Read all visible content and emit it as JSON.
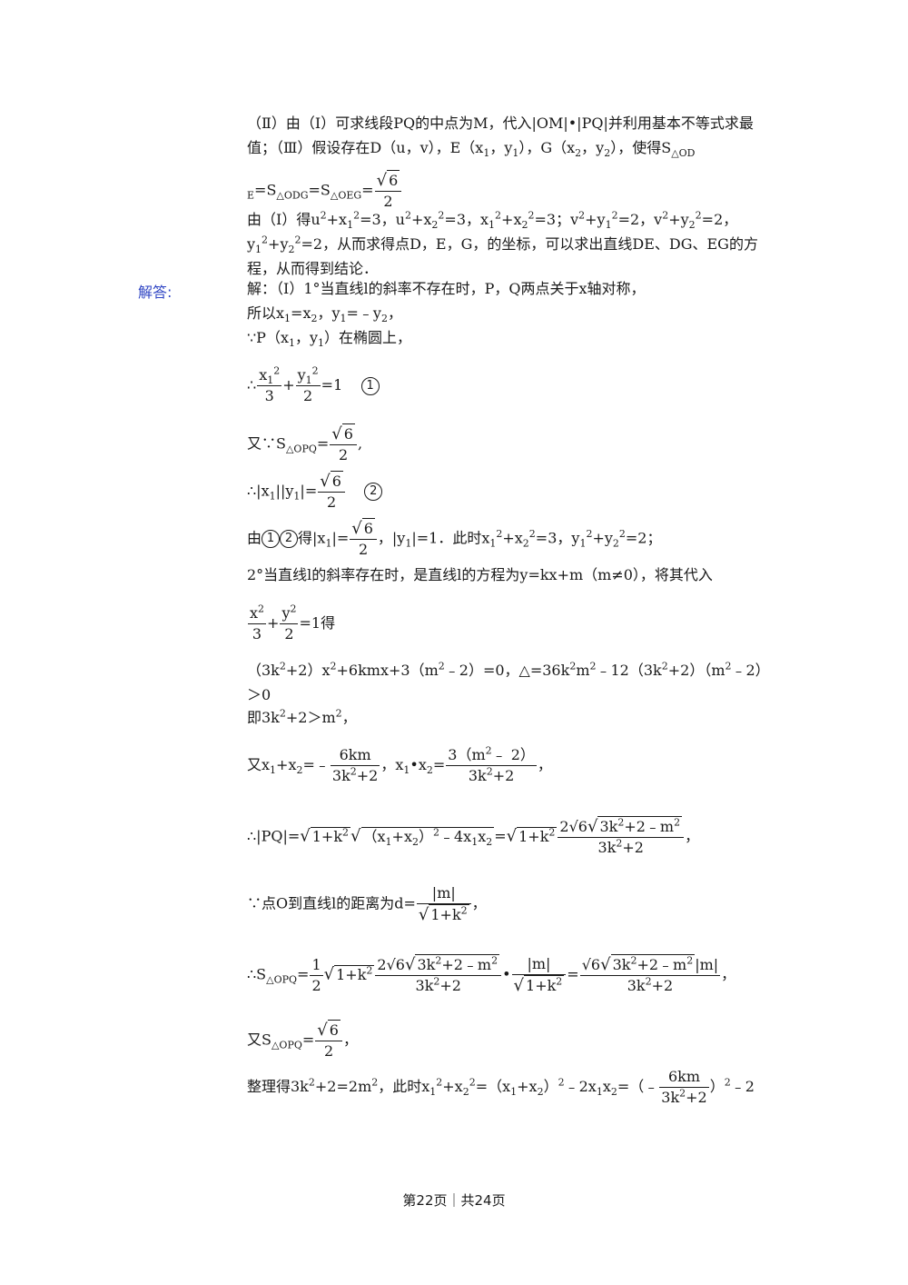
{
  "analysis_label": "解答:",
  "paras": {
    "p1": "（Ⅱ）由（I）可求线段PQ的中点为M，代入|OM|•|PQ|并利用基本不等式求最值；（Ⅲ）假设存在D（u，v），E（x",
    "p1b": "，y",
    "p1c": "），G（x",
    "p1d": "，y",
    "p1e": "），使得S",
    "p1f": "△OD",
    "p1g": "E",
    "p1h": "=S",
    "p1i": "△ODG",
    "p1j": "=S",
    "p1k": "△OEG",
    "p2": "由（Ⅰ）得u²+x₁²=3，u²+x₂²=3，x₁²+x₂²=3；v²+y₁²=2，v²+y₂²=2，y₁²+y₂²=2，从而求得点D，E，G，的坐标，可以求出直线DE、DG、EG的方程，从而得到结论．",
    "s1": "解：（Ⅰ）1°当直线l的斜率不存在时，P，Q两点关于x轴对称，",
    "s2": "所以x₁=x₂，y₁=﹣y₂，",
    "s3": "∵P（x₁，y₁）在椭圆上，",
    "s9": "2°当直线l的斜率存在时，是直线l的方程为y=kx+m（m≠0），将其代入",
    "s11": "（3k²+2）x²+6kmx+3（m²﹣2）=0，△=36k²m²﹣12（3k²+2）（m²﹣2）＞0",
    "s12": "即3k²+2＞m²，"
  },
  "frac": {
    "sqrt6": "6",
    "two": "2",
    "three": "3"
  },
  "text": {
    "therefore": "∴",
    "because": "∵",
    "you": "又∵S",
    "you2": "又S",
    "opq": "△OPQ",
    "eq": "=",
    "eq1": "=1",
    "circ1": "①",
    "circ2": "②",
    "absx1y1": "|x₁||y₁|=",
    "by12": "由①②得|x₁|=",
    "by12b": "，|y₁|=1．此时x₁²+x₂²=3，y₁²+y₂²=2；",
    "de": "得",
    "x1x2sum": "又x₁+x₂=﹣",
    "x1x2prod": "，x₁•x₂=",
    "num6km": "6km",
    "den3k2": "3k²+2",
    "num3m2": "3（m²﹣ 2）",
    "pq": "∴|PQ|=",
    "dist": "∵点O到直线l的距离为d=",
    "absm": "|m|",
    "final": "整理得3k²+2=2m²，此时x₁²+x₂²=（x₁+x₂）²﹣2x₁x₂=（﹣",
    "final2": "）²﹣2"
  },
  "footer": "第22页｜共24页"
}
